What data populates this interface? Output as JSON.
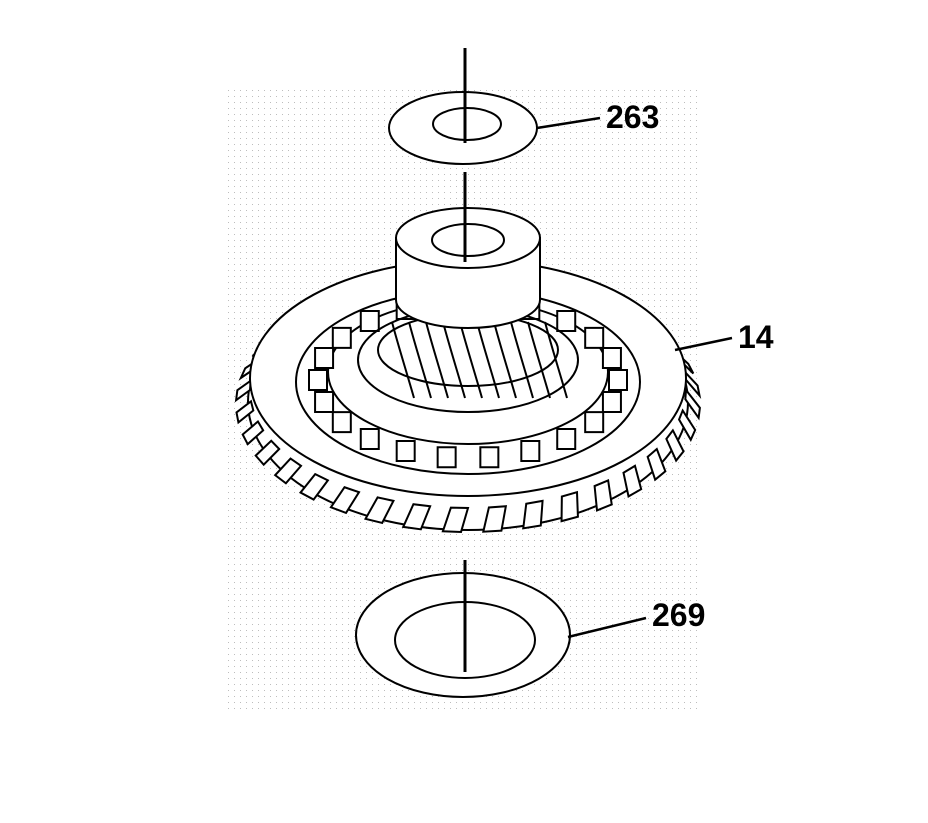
{
  "diagram": {
    "callouts": {
      "washer_top": "263",
      "gear": "14",
      "washer_bottom": "269"
    },
    "colors": {
      "line": "#000000",
      "background": "#ffffff",
      "stipple": "#c8c8c8"
    }
  }
}
